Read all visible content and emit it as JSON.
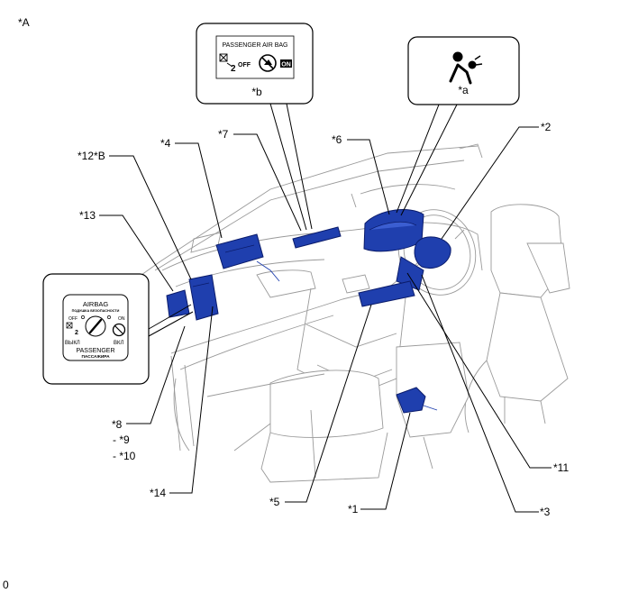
{
  "figure_id": "*A",
  "footer_code": "0",
  "callouts": {
    "c1": "*1",
    "c2": "*2",
    "c3": "*3",
    "c4": "*4",
    "c5": "*5",
    "c6": "*6",
    "c7": "*7",
    "c8": "*8",
    "c9": "- *9",
    "c10": "- *10",
    "c11": "*11",
    "c12b": "*12*B",
    "c13": "*13",
    "c14": "*14"
  },
  "inset_a": {
    "caption": "*a",
    "icon": "airbag-seated-person-icon"
  },
  "inset_b": {
    "caption": "*b",
    "title": "PASSENGER  AIR BAG",
    "off_text": "OFF",
    "on_text": "ON",
    "icons": [
      "airbag-off-person-icon",
      "airbag-crossed-seat-icon"
    ]
  },
  "inset_switch": {
    "line1": "AIRBAG",
    "line2": "ПОДУШКА БЕЗОПАСНОСТИ",
    "off_text": "OFF",
    "on_text": "ON",
    "off_ru": "ВЫКЛ",
    "on_ru": "ВКЛ",
    "line3": "PASSENGER",
    "line4": "ПАССАЖИРА"
  },
  "colors": {
    "part_blue": "#1f3fae",
    "outline_gray": "#9a9a9a"
  }
}
